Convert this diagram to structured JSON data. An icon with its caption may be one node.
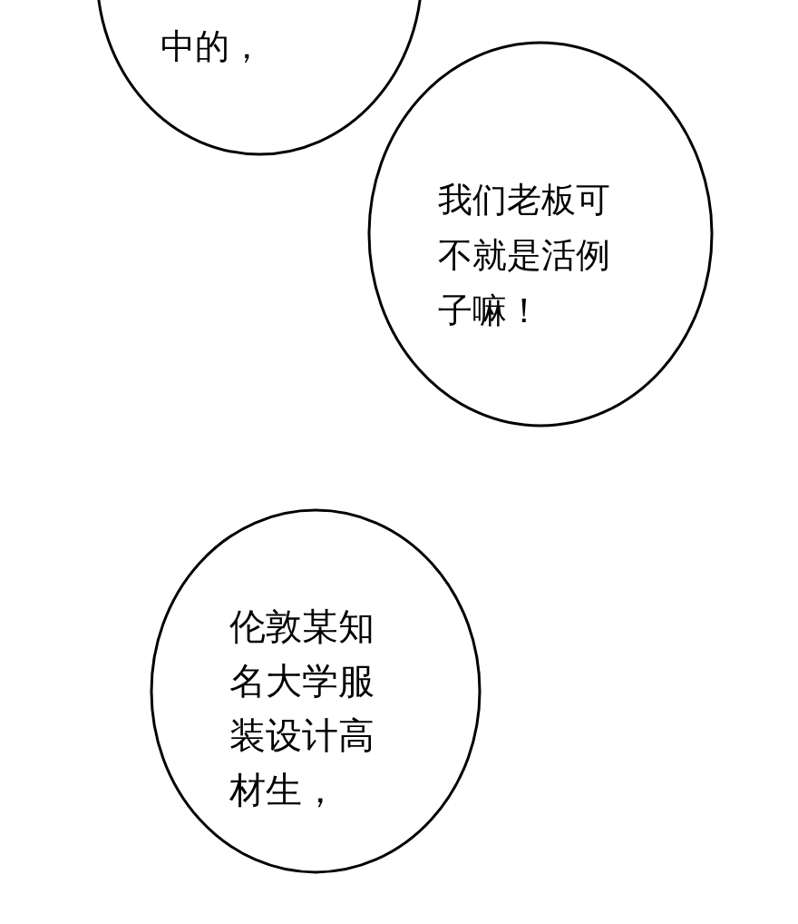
{
  "diagram": {
    "nodes": [
      {
        "text": [
          "中的，"
        ]
      },
      {
        "text": [
          "我们老板可不就是活例子嘛！"
        ]
      },
      {
        "text": [
          "伦敦某知名大学服装设计高材生，"
        ]
      }
    ]
  }
}
